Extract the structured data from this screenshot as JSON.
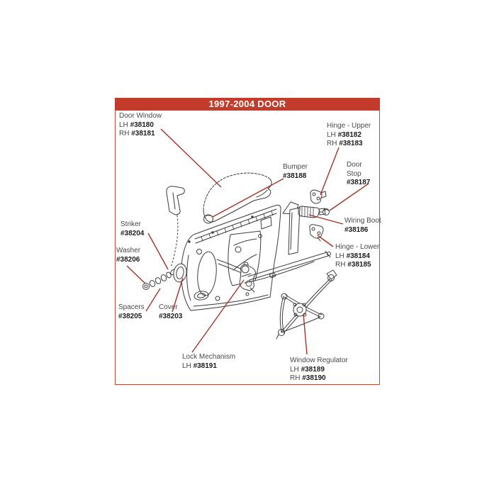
{
  "page": {
    "title": "1997-2004 DOOR"
  },
  "colors": {
    "header_red": "#C23B2B",
    "border_red": "#BC4A38",
    "leader_red": "#A33327",
    "line_art": "#3C3C3C",
    "label_text": "#4A4A4A",
    "number_text": "#1C1C1C"
  },
  "parts_labels": [
    {
      "id": "door-window",
      "lines": [
        {
          "pre": "Door Window"
        },
        {
          "pre": "LH ",
          "bold": "#38180"
        },
        {
          "pre": "RH ",
          "bold": "#38181"
        }
      ]
    },
    {
      "id": "hinge-upper",
      "lines": [
        {
          "pre": "Hinge - Upper"
        },
        {
          "pre": "LH ",
          "bold": "#38182"
        },
        {
          "pre": "RH ",
          "bold": "#38183"
        }
      ]
    },
    {
      "id": "bumper",
      "lines": [
        {
          "pre": "Bumper"
        },
        {
          "pre": "",
          "bold": "#38188"
        }
      ]
    },
    {
      "id": "door-stop",
      "lines": [
        {
          "pre": "Door"
        },
        {
          "pre": "Stop"
        },
        {
          "pre": "",
          "bold": "#38187"
        }
      ]
    },
    {
      "id": "wiring-boot",
      "lines": [
        {
          "pre": "Wiring Boot"
        },
        {
          "pre": "",
          "bold": "#38186"
        }
      ]
    },
    {
      "id": "hinge-lower",
      "lines": [
        {
          "pre": "Hinge - Lower"
        },
        {
          "pre": "LH ",
          "bold": "#38184"
        },
        {
          "pre": "RH ",
          "bold": "#38185"
        }
      ]
    },
    {
      "id": "striker",
      "lines": [
        {
          "pre": "Striker"
        },
        {
          "pre": "",
          "bold": "#38204"
        }
      ]
    },
    {
      "id": "washer",
      "lines": [
        {
          "pre": "Washer"
        },
        {
          "pre": "",
          "bold": "#38206"
        }
      ]
    },
    {
      "id": "spacers",
      "lines": [
        {
          "pre": "Spacers"
        },
        {
          "pre": "",
          "bold": "#38205"
        }
      ]
    },
    {
      "id": "cover",
      "lines": [
        {
          "pre": "Cover"
        },
        {
          "pre": "",
          "bold": "#38203"
        }
      ]
    },
    {
      "id": "lock-mechanism",
      "lines": [
        {
          "pre": "Lock Mechanism"
        },
        {
          "pre": "LH ",
          "bold": "#38191"
        }
      ]
    },
    {
      "id": "window-regulator",
      "lines": [
        {
          "pre": "Window Regulator"
        },
        {
          "pre": "LH ",
          "bold": "#38189"
        },
        {
          "pre": "RH ",
          "bold": "#38190"
        }
      ]
    }
  ]
}
